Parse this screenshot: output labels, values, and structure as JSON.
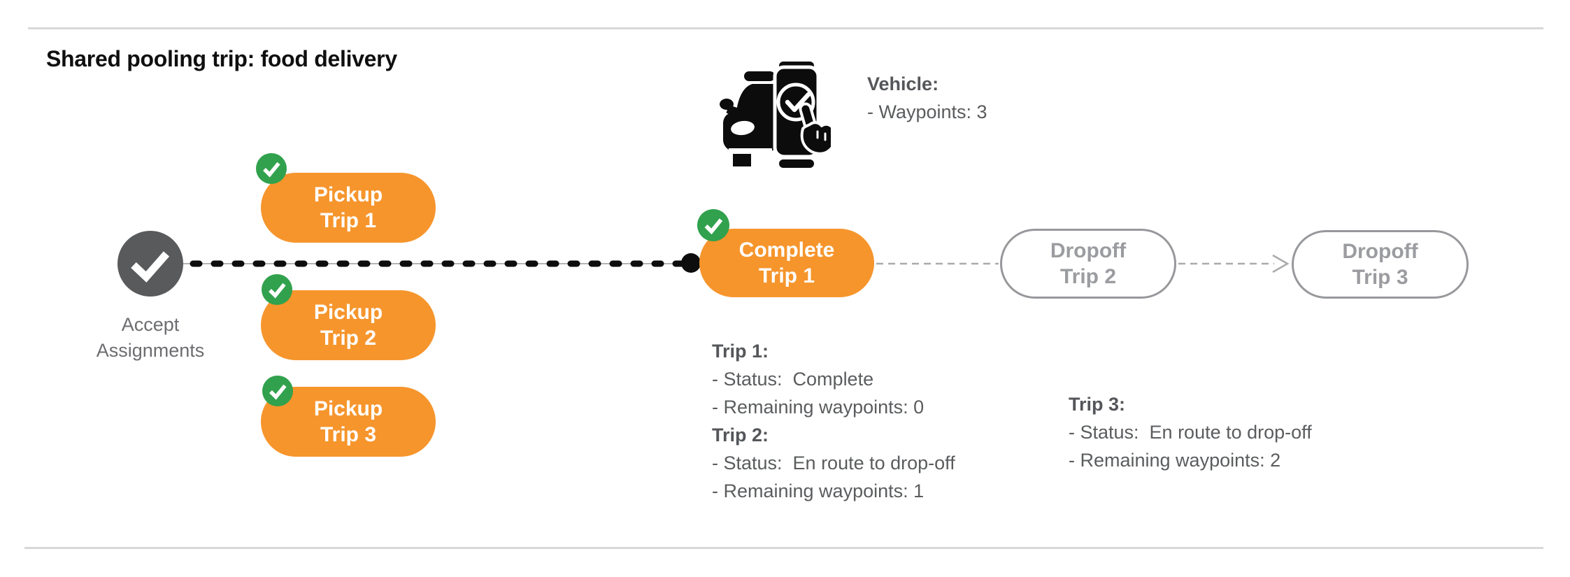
{
  "page": {
    "title": "Shared pooling trip: food delivery"
  },
  "vehicle": {
    "icon": "car-phone-check-icon",
    "label": "Vehicle:",
    "waypoints_line": "- Waypoints: 3"
  },
  "diagram": {
    "start": {
      "icon": "checkmark-icon",
      "line1": "Accept",
      "line2": "Assignments"
    },
    "pickups": [
      {
        "line1": "Pickup",
        "line2": "Trip 1",
        "badge_icon": "check-badge-icon"
      },
      {
        "line1": "Pickup",
        "line2": "Trip 2",
        "badge_icon": "check-badge-icon"
      },
      {
        "line1": "Pickup",
        "line2": "Trip 3",
        "badge_icon": "check-badge-icon"
      }
    ],
    "complete": {
      "line1": "Complete",
      "line2": "Trip 1",
      "badge_icon": "check-badge-icon"
    },
    "dropoffs": [
      {
        "line1": "Dropoff",
        "line2": "Trip 2"
      },
      {
        "line1": "Dropoff",
        "line2": "Trip 3"
      }
    ]
  },
  "status_blocks": {
    "left": {
      "lines": [
        {
          "text": "Trip 1:",
          "bold": true
        },
        {
          "text": "- Status:  Complete",
          "bold": false
        },
        {
          "text": "- Remaining waypoints: 0",
          "bold": false
        },
        {
          "text": "Trip 2:",
          "bold": true
        },
        {
          "text": "- Status:  En route to drop-off",
          "bold": false
        },
        {
          "text": "- Remaining waypoints: 1",
          "bold": false
        }
      ]
    },
    "right": {
      "lines": [
        {
          "text": "Trip 3:",
          "bold": true
        },
        {
          "text": "- Status:  En route to drop-off",
          "bold": false
        },
        {
          "text": "- Remaining waypoints: 2",
          "bold": false
        }
      ]
    }
  },
  "colors": {
    "orange": "#F6952C",
    "green": "#31A14D",
    "start_node_gray": "#595A5C",
    "line_black": "#0D0D0D",
    "dashed_gray": "#A9AAAC",
    "dropoff_border": "#97989B",
    "dropoff_text": "#9B9CA0",
    "body_text_gray": "#5A5C5E",
    "divider_gray": "#D8D8D8"
  }
}
